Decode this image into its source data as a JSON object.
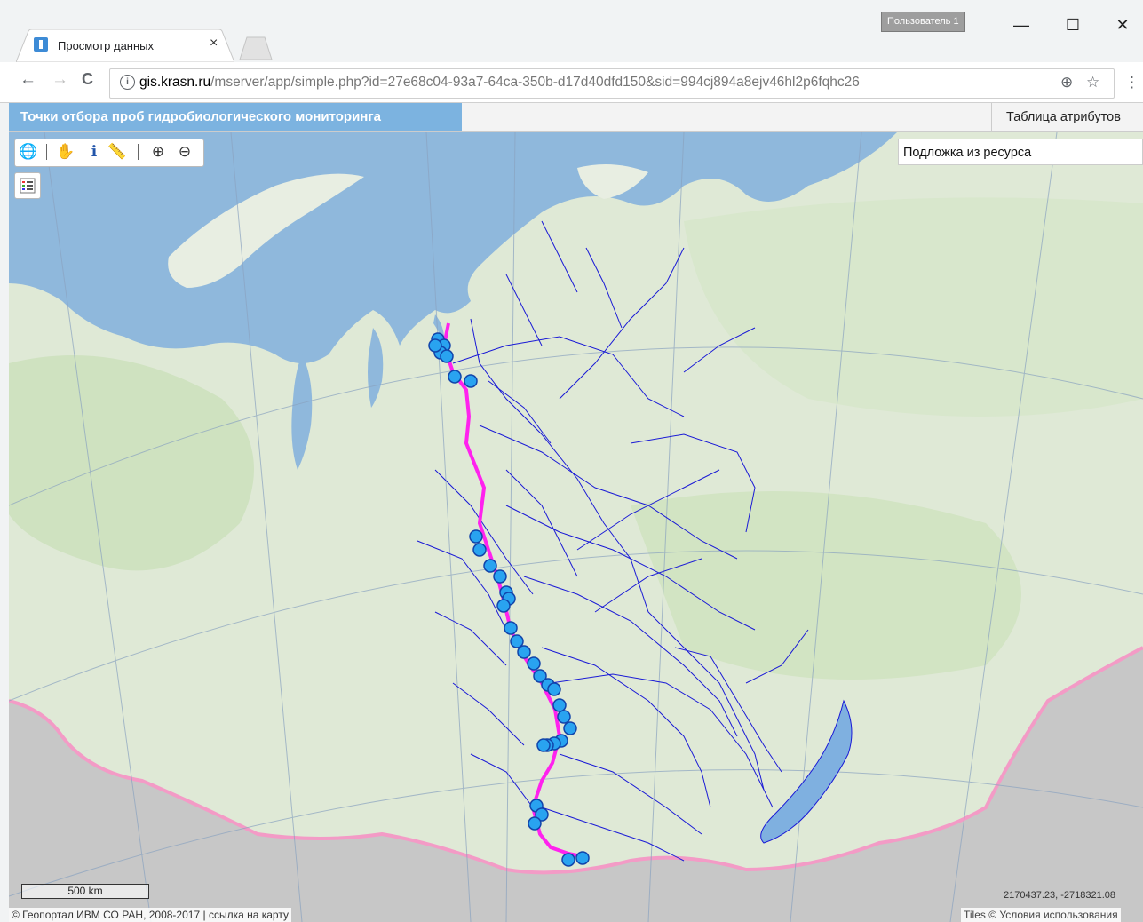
{
  "browser": {
    "tab_title": "Просмотр данных",
    "tab_close": "×",
    "user_label": "Пользователь 1",
    "window_minimize": "—",
    "window_maximize": "☐",
    "window_close": "✕",
    "url_host": "gis.krasn.ru",
    "url_path": "/mserver/app/simple.php?id=27e68c04-93a7-64ca-350b-d17d40dfd150&sid=994cj894a8ejv46hl2p6fqhc26",
    "back": "←",
    "forward": "→",
    "reload": "C",
    "zoom_icon": "⊕",
    "star_icon": "☆",
    "menu_icon": "⋮",
    "accent": "#4a90d9"
  },
  "app": {
    "title": "Точки отбора проб гидробиологического мониторинга",
    "attributes_table": "Таблица атрибутов",
    "basemap_label": "Подложка из ресурса",
    "title_bg": "#7cb3e0"
  },
  "map": {
    "scale_label": "500 km",
    "coordinates": "2170437.23, -2718321.08",
    "copyright": "© Геопортал ИВМ СО РАН, 2008-2017",
    "separator": "|",
    "map_link": "ссылка на карту",
    "tiles": "Tiles © Условия использования",
    "water_color": "#8fb8dc",
    "land_color": "#dfe9d6",
    "river_color": "#1a1ad6",
    "route_color": "#ff22ee",
    "point_color": "#29a3f0",
    "border_color": "#f39bc6"
  },
  "toolbar": {
    "tools": [
      "globe-icon",
      "hand-icon",
      "info-icon",
      "ruler-icon",
      "zoom-in-icon",
      "zoom-out-icon"
    ]
  }
}
